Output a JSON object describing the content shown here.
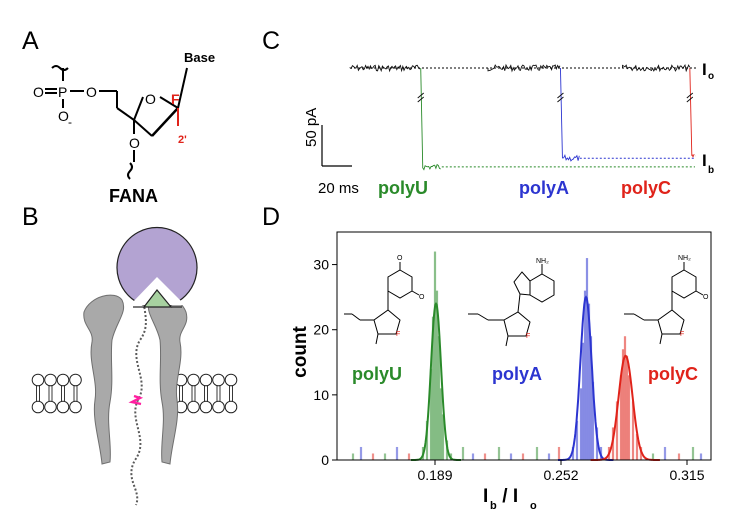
{
  "panels": {
    "a": {
      "letter": "A",
      "molecule_name": "FANA",
      "atoms": {
        "o1": "O",
        "p": "P",
        "o2": "O",
        "o3": "O",
        "minus": "-",
        "ring_o": "O",
        "f": "F",
        "prime": "2'",
        "base": "Base",
        "o4": "O"
      }
    },
    "b": {
      "letter": "B"
    },
    "c": {
      "letter": "C",
      "scale_current": "50 pA",
      "scale_time": "20 ms",
      "level_open": "I",
      "level_open_sub": "o",
      "level_blocked": "I",
      "level_blocked_sub": "b",
      "labels": [
        "polyU",
        "polyA",
        "polyC"
      ]
    },
    "d": {
      "letter": "D",
      "molecule_labels": [
        "polyU",
        "polyA",
        "polyC"
      ],
      "mini_atoms": {
        "nh2": "NH₂",
        "o": "O",
        "n": "N",
        "f": "F"
      }
    }
  },
  "colors": {
    "polyU": "#2a8a2a",
    "polyA": "#2c35d0",
    "polyC": "#e0231a",
    "pore": "#a9a9a9",
    "enzyme": "#b3a3d2",
    "enzyme_site": "#a7d1a0",
    "fana_mark": "#ff1fa0"
  },
  "chart_data": {
    "type": "bar",
    "title": "",
    "xlabel": "I",
    "xlabel_sub1": "b",
    "xlabel_mid": " / I",
    "xlabel_sub2": "o",
    "ylabel": "count",
    "xlim": [
      0.14,
      0.327
    ],
    "ylim": [
      0,
      35
    ],
    "xticks": [
      "0.189",
      "0.252",
      "0.315"
    ],
    "xtick_values": [
      0.189,
      0.252,
      0.315
    ],
    "yticks": [
      0,
      10,
      20,
      30
    ],
    "grid": false,
    "series": [
      {
        "name": "polyU",
        "color": "#2a8a2a",
        "peak": [
          [
            0.183,
            2
          ],
          [
            0.185,
            6
          ],
          [
            0.187,
            14
          ],
          [
            0.188,
            22
          ],
          [
            0.189,
            32
          ],
          [
            0.19,
            26
          ],
          [
            0.191,
            19
          ],
          [
            0.192,
            11
          ],
          [
            0.193,
            7
          ],
          [
            0.195,
            3
          ],
          [
            0.197,
            1
          ]
        ],
        "fit": {
          "mu": 0.1895,
          "sigma": 0.0025,
          "amp": 24
        }
      },
      {
        "name": "polyA",
        "color": "#2c35d0",
        "peak": [
          [
            0.258,
            2
          ],
          [
            0.26,
            6
          ],
          [
            0.262,
            11
          ],
          [
            0.263,
            18
          ],
          [
            0.264,
            26
          ],
          [
            0.265,
            31
          ],
          [
            0.266,
            24
          ],
          [
            0.267,
            19
          ],
          [
            0.268,
            12
          ],
          [
            0.27,
            5
          ],
          [
            0.272,
            2
          ]
        ],
        "fit": {
          "mu": 0.2645,
          "sigma": 0.0028,
          "amp": 25
        }
      },
      {
        "name": "polyC",
        "color": "#e0231a",
        "peak": [
          [
            0.276,
            2
          ],
          [
            0.278,
            5
          ],
          [
            0.28,
            9
          ],
          [
            0.282,
            13
          ],
          [
            0.283,
            17
          ],
          [
            0.284,
            19
          ],
          [
            0.285,
            16
          ],
          [
            0.286,
            13
          ],
          [
            0.288,
            9
          ],
          [
            0.29,
            4
          ],
          [
            0.292,
            2
          ]
        ],
        "fit": {
          "mu": 0.2843,
          "sigma": 0.0035,
          "amp": 16
        }
      }
    ],
    "background_counts": [
      [
        0.148,
        1
      ],
      [
        0.152,
        2
      ],
      [
        0.158,
        1
      ],
      [
        0.164,
        1
      ],
      [
        0.17,
        2
      ],
      [
        0.176,
        1
      ],
      [
        0.203,
        2
      ],
      [
        0.208,
        1
      ],
      [
        0.214,
        1
      ],
      [
        0.221,
        2
      ],
      [
        0.227,
        1
      ],
      [
        0.233,
        1
      ],
      [
        0.24,
        2
      ],
      [
        0.246,
        1
      ],
      [
        0.251,
        2
      ],
      [
        0.298,
        1
      ],
      [
        0.304,
        2
      ],
      [
        0.311,
        1
      ],
      [
        0.318,
        2
      ],
      [
        0.322,
        1
      ]
    ]
  },
  "traces": [
    {
      "name": "polyU",
      "color": "#2a8a2a",
      "open_from": 0.0,
      "open_to": 0.205,
      "blocked_to": 0.44,
      "ratio": 0.19
    },
    {
      "name": "polyA",
      "color": "#2c35d0",
      "open_from": 0.4,
      "open_to": 0.61,
      "blocked_to": 0.84,
      "ratio": 0.26
    },
    {
      "name": "polyC",
      "color": "#e0231a",
      "open_from": 0.79,
      "open_to": 0.985,
      "blocked_to": 1.0,
      "ratio": 0.28
    }
  ]
}
